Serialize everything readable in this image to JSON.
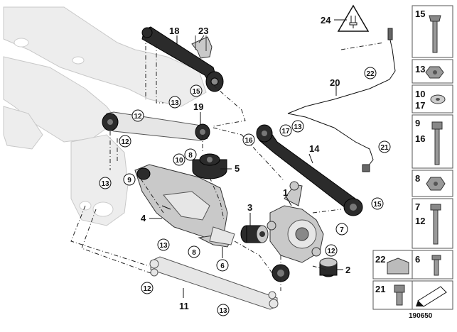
{
  "image_number": "190650",
  "labels": {
    "l1": "1",
    "l2": "2",
    "l3": "3",
    "l4": "4",
    "l5": "5",
    "l6": "6",
    "l7": "7",
    "l8": "8",
    "l9": "9",
    "l10": "10",
    "l11": "11",
    "l12": "12",
    "l13": "13",
    "l14": "14",
    "l15": "15",
    "l16": "16",
    "l17": "17",
    "l18": "18",
    "l19": "19",
    "l20": "20",
    "l21": "21",
    "l22": "22",
    "l23": "23",
    "l24": "24"
  },
  "legend": [
    {
      "a": "15",
      "b": ""
    },
    {
      "a": "13",
      "b": ""
    },
    {
      "a": "10",
      "b": "17"
    },
    {
      "a": "9",
      "b": "16"
    },
    {
      "a": "8",
      "b": ""
    },
    {
      "a": "7",
      "b": "12"
    }
  ],
  "legend_bottom": [
    {
      "a": "22",
      "b": "6"
    },
    {
      "a": "21",
      "b": ""
    }
  ]
}
